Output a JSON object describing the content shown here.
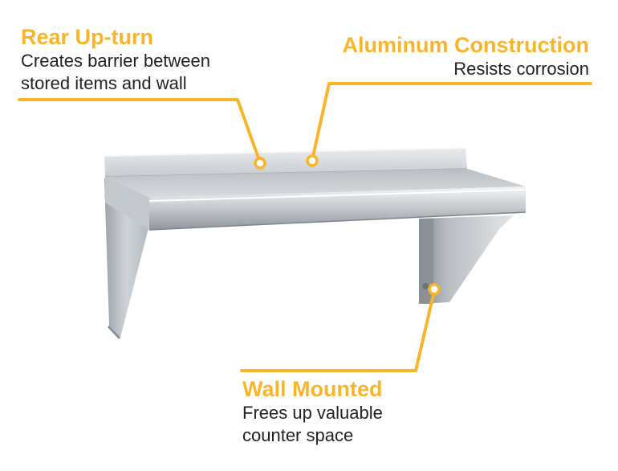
{
  "accent_color": "#F9B52A",
  "callouts": {
    "rear_upturn": {
      "title": "Rear Up-turn",
      "description_lines": [
        "Creates barrier between",
        "stored items and wall"
      ]
    },
    "aluminum_construction": {
      "title": "Aluminum Construction",
      "description_lines": [
        "Resists corrosion"
      ]
    },
    "wall_mounted": {
      "title": "Wall Mounted",
      "description_lines": [
        "Frees up valuable",
        "counter space"
      ]
    }
  }
}
